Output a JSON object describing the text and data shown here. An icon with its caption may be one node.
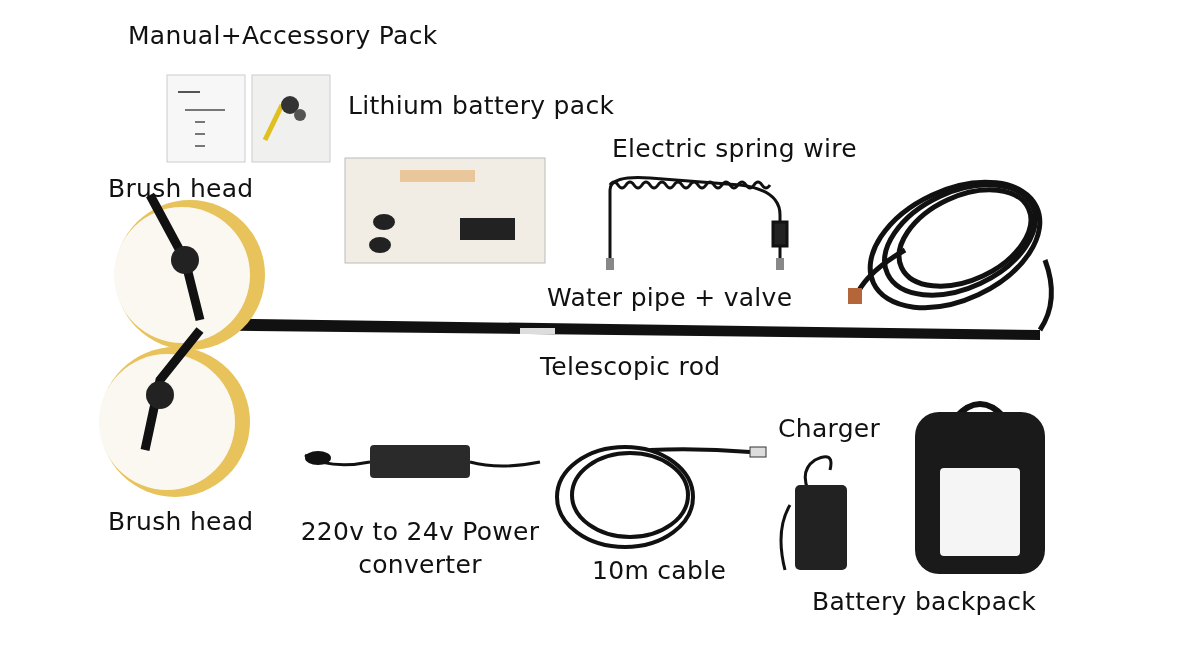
{
  "diagram": {
    "labels": [
      "Manual+Accessory Pack",
      "Lithium battery pack",
      "Electric spring wire",
      "Brush head",
      "Water pipe + valve",
      "Telescopic rod",
      "Charger",
      "Brush head",
      "220v to 24v Power converter",
      "10m cable",
      "Battery backpack"
    ]
  }
}
